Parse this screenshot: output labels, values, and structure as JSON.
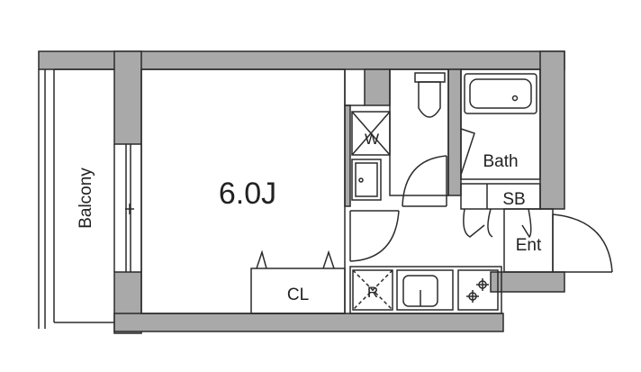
{
  "floorplan": {
    "labels": {
      "main_room": "6.0J",
      "balcony": "Balcony",
      "bath": "Bath",
      "shoe_box": "SB",
      "entrance": "Ent",
      "closet": "CL",
      "washer": "W",
      "fridge": "R"
    }
  },
  "colors": {
    "wall": "#a9a9a9",
    "line": "#2b2b2b",
    "background": "#ffffff"
  }
}
